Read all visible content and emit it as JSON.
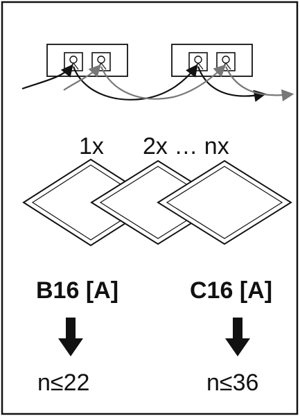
{
  "counts": {
    "first": "1x",
    "rest": "2x … nx"
  },
  "breakers": [
    {
      "rating": "B16 [A]",
      "limit": "n≤22"
    },
    {
      "rating": "C16 [A]",
      "limit": "n≤36"
    }
  ],
  "colors": {
    "line_dark": "#111111",
    "line_gray": "#777777",
    "panel_fill": "#ffffff"
  }
}
